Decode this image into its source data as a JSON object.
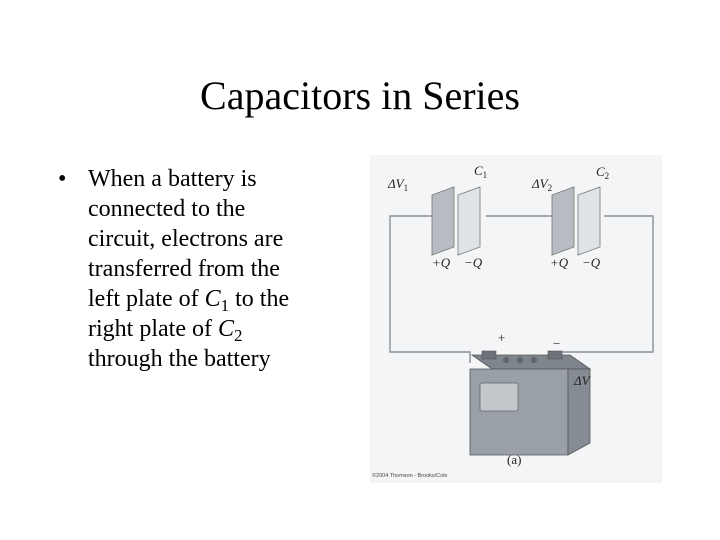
{
  "slide": {
    "title": "Capacitors in Series",
    "bullet_symbol": "•",
    "bullet": {
      "line1": "When a battery is",
      "line2": "connected to the",
      "line3": "circuit, electrons are",
      "line4": "transferred from the",
      "line5_pre": "left plate of ",
      "line5_var": "C",
      "line5_sub": "1",
      "line5_post": " to the",
      "line6_pre": "right plate of ",
      "line6_var": "C",
      "line6_sub": "2",
      "line7": "through the battery"
    }
  },
  "figure": {
    "delta_v1": "ΔV",
    "delta_v1_sub": "1",
    "c1": "C",
    "c1_sub": "1",
    "delta_v2": "ΔV",
    "delta_v2_sub": "2",
    "c2": "C",
    "c2_sub": "2",
    "plus_q_1": "+Q",
    "minus_q_1": "−Q",
    "plus_q_2": "+Q",
    "minus_q_2": "−Q",
    "battery_plus": "+",
    "battery_minus": "−",
    "delta_v": "ΔV",
    "panel_label": "(a)",
    "copyright": "©2004 Thomson - Brooks/Cole"
  },
  "colors": {
    "wire": "#8a8f96",
    "plate_light": "#dfe3e8",
    "plate_dark": "#b7bcc3",
    "battery_body": "#9aa0a7",
    "battery_top": "#7f858c",
    "figure_bg": "#f4f5f6"
  }
}
